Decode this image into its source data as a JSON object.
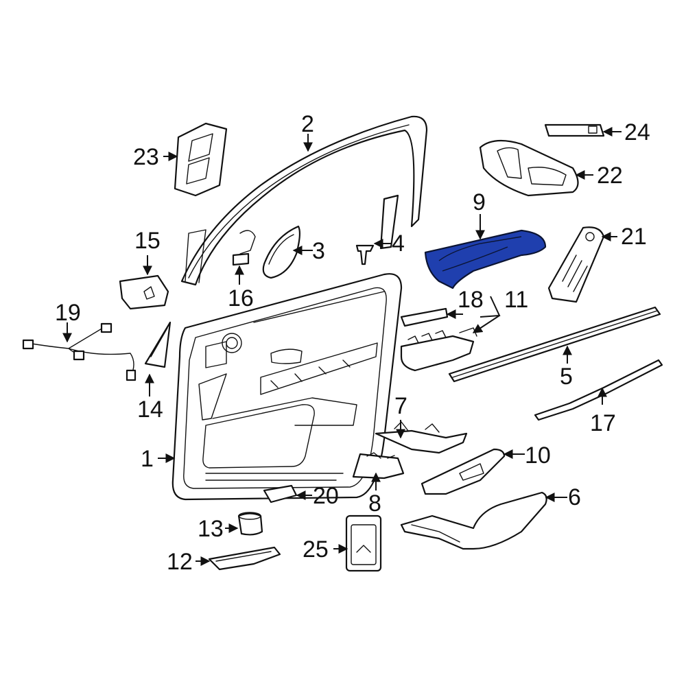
{
  "colors": {
    "highlight": "#1f3fae",
    "line": "#111111",
    "background": "#ffffff"
  },
  "callouts": {
    "c1": "1",
    "c2": "2",
    "c3": "3",
    "c4": "4",
    "c5": "5",
    "c6": "6",
    "c7": "7",
    "c8": "8",
    "c9": "9",
    "c10": "10",
    "c11": "11",
    "c12": "12",
    "c13": "13",
    "c14": "14",
    "c15": "15",
    "c16": "16",
    "c17": "17",
    "c18": "18",
    "c19": "19",
    "c20": "20",
    "c21": "21",
    "c22": "22",
    "c23": "23",
    "c24": "24",
    "c25": "25"
  },
  "highlighted_part": "9"
}
